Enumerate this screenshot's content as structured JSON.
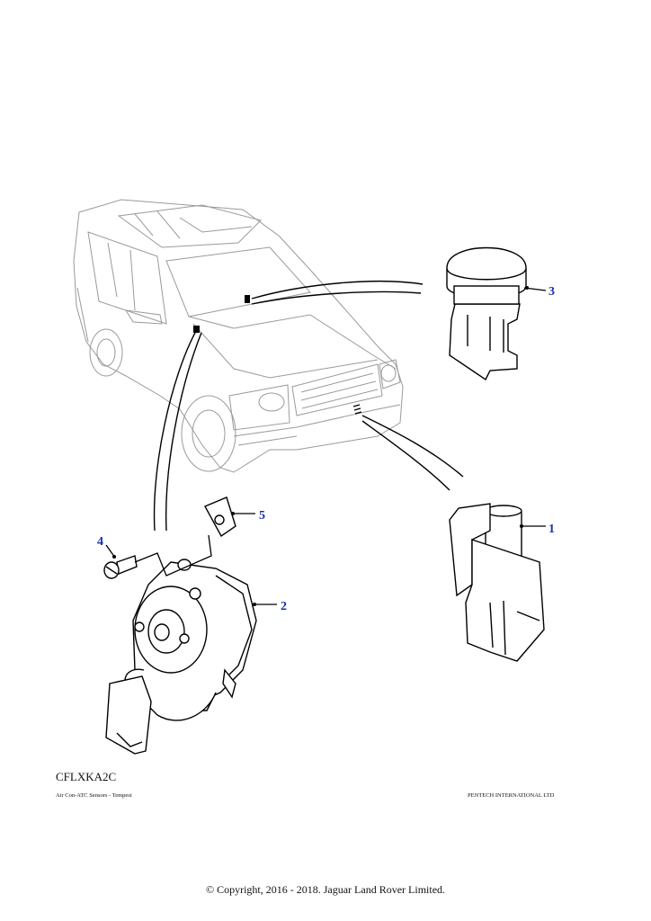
{
  "diagram": {
    "callouts": [
      {
        "id": "1",
        "label": "1"
      },
      {
        "id": "2",
        "label": "2"
      },
      {
        "id": "3",
        "label": "3"
      },
      {
        "id": "4",
        "label": "4"
      },
      {
        "id": "5",
        "label": "5"
      }
    ],
    "callout_color": "#1a2fb0"
  },
  "footer": {
    "illustration_code": "CFLXKA2C",
    "caption": "Air Con-ATC Sensors - Tempest",
    "vendor": "PENTECH INTERNATIONAL LTD",
    "copyright": "© Copyright, 2016 - 2018. Jaguar Land Rover Limited."
  }
}
